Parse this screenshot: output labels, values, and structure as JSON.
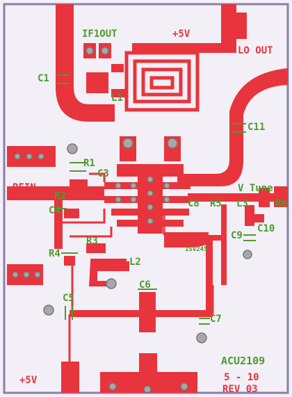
{
  "colors": {
    "board": "#f2eff7",
    "copper": "#e8343c",
    "silkscreen": "#4f9a2f",
    "pad_metal": "#a7a7a7"
  },
  "labels": {
    "if_out": "IF1OUT",
    "plus5v_top": "+5V",
    "lo_out": "LO OUT",
    "c1": "C1",
    "l1": "L1",
    "c11": "C11",
    "r1": "R1",
    "c3": "C3",
    "rfin": "RFIN",
    "r2": "R2",
    "v_tune": "V Tune",
    "c8": "C8",
    "r5": "R5",
    "l3": "L3",
    "r6": "R6",
    "c4": "C4",
    "c9": "C9",
    "c10": "C10",
    "r3": "R3",
    "r4": "R4",
    "diode": "1SV245",
    "l2": "L2",
    "c6": "C6",
    "c5": "C5",
    "c7": "C7",
    "part_no": "ACU2109",
    "date_code": "5 - 10",
    "revision": "REV 03",
    "plus5v_bottom": "+5V"
  }
}
